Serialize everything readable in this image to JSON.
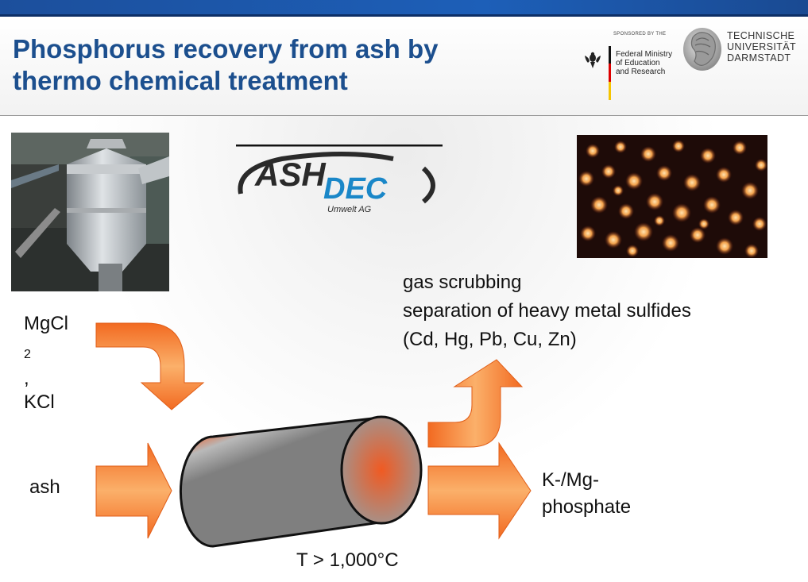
{
  "title": {
    "line1": "Phosphorus recovery from ash by",
    "line2": "thermo chemical treatment"
  },
  "sponsor": {
    "small": "SPONSORED BY THE",
    "line1": "Federal Ministry",
    "line2": "of Education",
    "line3": "and Research"
  },
  "university": {
    "line1": "TECHNISCHE",
    "line2": "UNIVERSITÄT",
    "line3": "DARMSTADT"
  },
  "logo": {
    "ash": "ASH",
    "dec": "DEC",
    "sub": "Umwelt AG"
  },
  "process": {
    "gas_line1": "gas scrubbing",
    "gas_line2": "separation of heavy metal sulfides",
    "gas_line3": "(Cd, Hg, Pb, Cu, Zn)",
    "additive_mg": "MgCl",
    "additive_mg_sub": "2",
    "additive_mg_suffix": ",",
    "additive_k": "KCl",
    "input": "ash",
    "product_line1": "K-/Mg-",
    "product_line2": "phosphate",
    "temperature": "T > 1,000°C"
  },
  "colors": {
    "title": "#1c4f8e",
    "arrow_orange": "#f26a21",
    "arrow_light": "#f9a15c",
    "reactor_gray": "#8a8a8a",
    "reactor_orange": "#f05a22"
  }
}
